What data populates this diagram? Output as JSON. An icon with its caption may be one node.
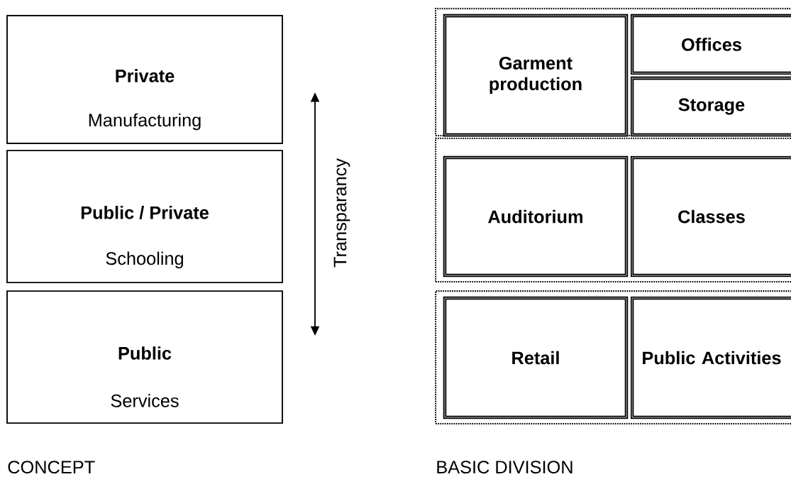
{
  "diagram": {
    "nodes": [
      {
        "text": [
          "Private",
          "Manufacturing"
        ]
      },
      {
        "text": [
          "Public / Private",
          "Schooling"
        ]
      },
      {
        "text": [
          "Public",
          "Services"
        ]
      },
      {
        "text": [],
        "shape": "box"
      },
      {
        "text": [
          "Garment production"
        ],
        "in": 3
      },
      {
        "text": [
          "Offices"
        ],
        "in": 3
      },
      {
        "text": [
          "Storage"
        ],
        "in": 3
      },
      {
        "text": [],
        "shape": "box"
      },
      {
        "text": [
          "Auditorium"
        ],
        "in": 7
      },
      {
        "text": [
          "Classes"
        ],
        "in": 7
      },
      {
        "text": [],
        "shape": "box"
      },
      {
        "text": [
          "Retail"
        ],
        "in": 10
      },
      {
        "text": [
          "Public Activities"
        ],
        "in": 10
      }
    ],
    "edges": [],
    "labels": [
      "Transparancy",
      "CONCEPT",
      "BASIC DIVISION"
    ]
  }
}
